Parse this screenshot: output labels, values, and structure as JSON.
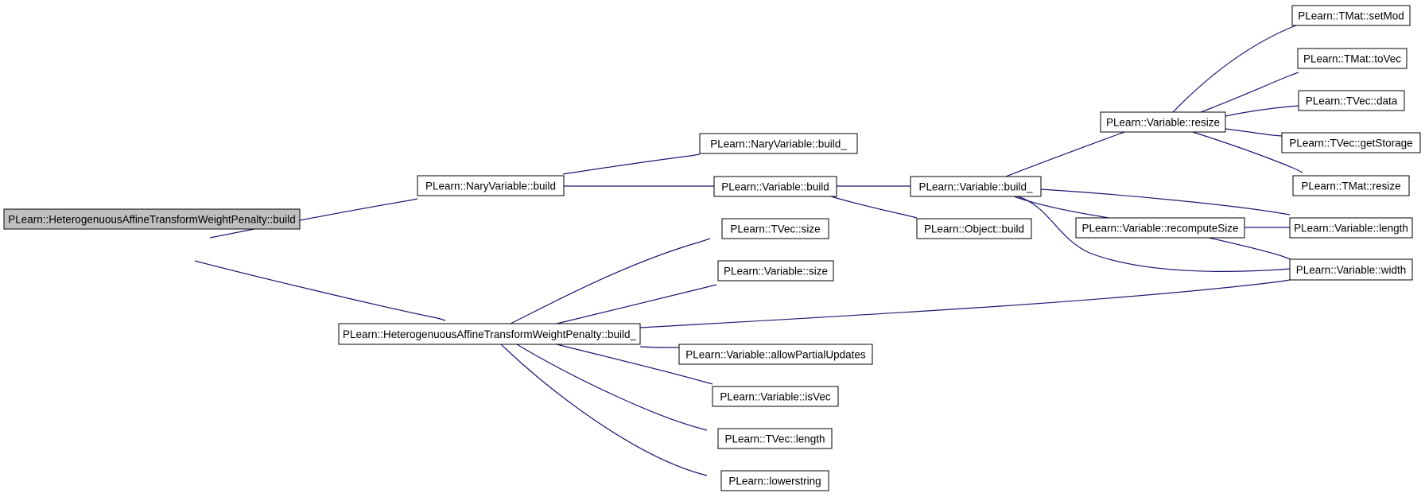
{
  "graph": {
    "colors": {
      "edge": "#191970",
      "root_fill": "#bfbfbf",
      "node_fill": "#ffffff",
      "node_border": "#000000"
    },
    "nodes": [
      {
        "id": "n0",
        "label": "PLearn::HeterogenuousAffineTransformWeightPenalty::build",
        "root": true
      },
      {
        "id": "n1",
        "label": "PLearn::NaryVariable::build"
      },
      {
        "id": "n2",
        "label": "PLearn::HeterogenuousAffineTransformWeightPenalty::build_"
      },
      {
        "id": "n3",
        "label": "PLearn::NaryVariable::build_"
      },
      {
        "id": "n4",
        "label": "PLearn::Variable::build"
      },
      {
        "id": "n5",
        "label": "PLearn::Variable::build_"
      },
      {
        "id": "n6",
        "label": "PLearn::Object::build"
      },
      {
        "id": "n7",
        "label": "PLearn::Variable::resize"
      },
      {
        "id": "n8",
        "label": "PLearn::Variable::recomputeSize"
      },
      {
        "id": "n9",
        "label": "PLearn::TMat::setMod"
      },
      {
        "id": "n10",
        "label": "PLearn::TMat::toVec"
      },
      {
        "id": "n11",
        "label": "PLearn::TVec::data"
      },
      {
        "id": "n12",
        "label": "PLearn::TVec::getStorage"
      },
      {
        "id": "n13",
        "label": "PLearn::TMat::resize"
      },
      {
        "id": "n14",
        "label": "PLearn::Variable::length"
      },
      {
        "id": "n15",
        "label": "PLearn::Variable::width"
      },
      {
        "id": "n16",
        "label": "PLearn::TVec::size"
      },
      {
        "id": "n17",
        "label": "PLearn::Variable::size"
      },
      {
        "id": "n18",
        "label": "PLearn::Variable::allowPartialUpdates"
      },
      {
        "id": "n19",
        "label": "PLearn::Variable::isVec"
      },
      {
        "id": "n20",
        "label": "PLearn::TVec::length"
      },
      {
        "id": "n21",
        "label": "PLearn::lowerstring"
      }
    ],
    "edges": [
      [
        "n0",
        "n1"
      ],
      [
        "n0",
        "n2"
      ],
      [
        "n1",
        "n3"
      ],
      [
        "n1",
        "n4"
      ],
      [
        "n4",
        "n5"
      ],
      [
        "n4",
        "n6"
      ],
      [
        "n5",
        "n7"
      ],
      [
        "n5",
        "n8"
      ],
      [
        "n5",
        "n14"
      ],
      [
        "n5",
        "n15"
      ],
      [
        "n7",
        "n9"
      ],
      [
        "n7",
        "n10"
      ],
      [
        "n7",
        "n11"
      ],
      [
        "n7",
        "n12"
      ],
      [
        "n7",
        "n13"
      ],
      [
        "n8",
        "n14"
      ],
      [
        "n8",
        "n15"
      ],
      [
        "n2",
        "n16"
      ],
      [
        "n2",
        "n17"
      ],
      [
        "n2",
        "n15"
      ],
      [
        "n2",
        "n18"
      ],
      [
        "n2",
        "n19"
      ],
      [
        "n2",
        "n20"
      ],
      [
        "n2",
        "n21"
      ]
    ]
  }
}
